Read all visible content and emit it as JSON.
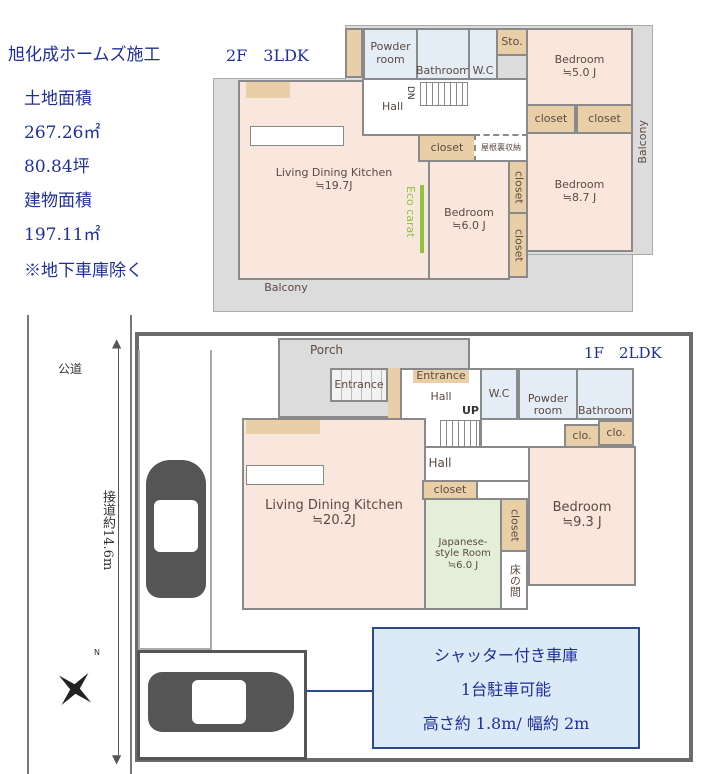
{
  "summary": {
    "builder": "旭化成ホームズ施工",
    "land_label": "土地面積",
    "land_m2": "267.26㎡",
    "land_tsubo": "80.84坪",
    "building_label": "建物面積",
    "building_m2": "197.11㎡",
    "note": "※地下車庫除く"
  },
  "floor2": {
    "title": "2F　3LDK",
    "rooms": {
      "powder": "Powder room",
      "bath": "Bathroom",
      "wc": "W.C",
      "sto": "Sto.",
      "hall": "Hall",
      "down": "DN",
      "bed1": "Bedroom",
      "bed1_size": "≒5.0 J",
      "closet1": "closet",
      "closet2": "closet",
      "closet3": "closet",
      "attic": "屋根裏収納",
      "ldk": "Living Dining Kitchen",
      "ldk_size": "≒19.7J",
      "eco": "Eco carat",
      "bed2": "Bedroom",
      "bed2_size": "≒6.0 J",
      "closet4": "closet",
      "closet5": "closet",
      "bed3": "Bedroom",
      "bed3_size": "≒8.7 J",
      "balcony": "Balcony",
      "balcony2": "Balcony"
    }
  },
  "floor1": {
    "title": "1F　2LDK",
    "rooms": {
      "porch": "Porch",
      "entrance1": "Entrance",
      "entrance2": "Entrance",
      "hall1": "Hall",
      "up": "UP",
      "wc": "W.C",
      "powder": "Powder room",
      "bath": "Bathroom",
      "clo1": "clo.",
      "clo2": "clo.",
      "hall2": "Hall",
      "ldk": "Living Dining Kitchen",
      "ldk_size": "≒20.2J",
      "closet1": "closet",
      "japanese": "Japanese-style Room",
      "japanese_size": "≒6.0 J",
      "closet2": "closet",
      "tokonoma": "床の間",
      "bed": "Bedroom",
      "bed_size": "≒9.3 J"
    }
  },
  "site": {
    "road": "公道",
    "frontage": "接道約14.6m",
    "compass": "N"
  },
  "garage": {
    "line1": "シャッター付き車庫",
    "line2": "1台駐車可能",
    "line3": "高さ約 1.8m/ 幅約 2m"
  },
  "colors": {
    "text_blue": "#1f2f9a",
    "room_pink": "#f9e6dc",
    "eco_green": "#8cc63f",
    "box_blue": "#dbeaf6"
  }
}
